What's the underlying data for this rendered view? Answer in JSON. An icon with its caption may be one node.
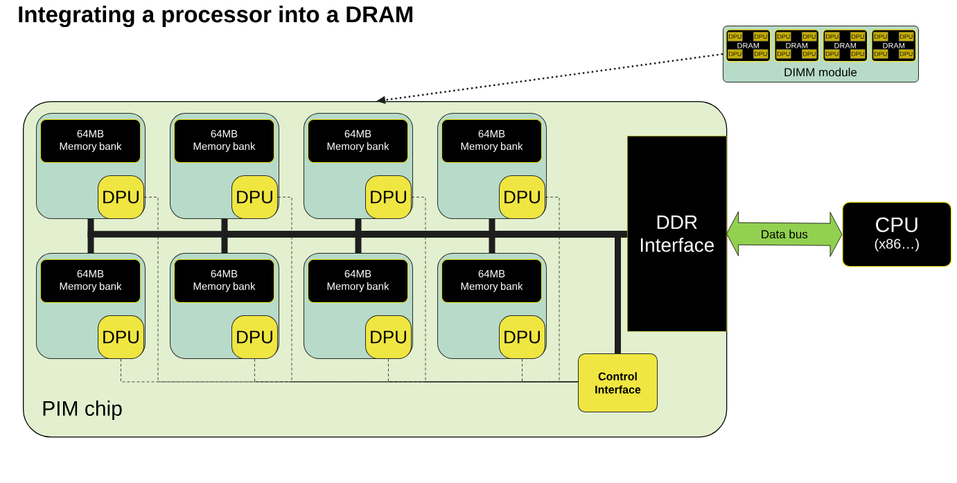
{
  "diagram": {
    "title": "Integrating a processor into a DRAM",
    "nodes": [
      {
        "text": [
          "PIM chip"
        ]
      },
      {
        "text": [],
        "shape": "box",
        "in": 0
      },
      {
        "text": [
          "64MB Memory bank"
        ],
        "in": 1
      },
      {
        "text": [
          "DPU"
        ],
        "in": 1
      },
      {
        "text": [],
        "shape": "box",
        "in": 0
      },
      {
        "text": [
          "64MB Memory bank"
        ],
        "in": 4
      },
      {
        "text": [
          "DPU"
        ],
        "in": 4
      },
      {
        "text": [],
        "shape": "box",
        "in": 0
      },
      {
        "text": [
          "64MB Memory bank"
        ],
        "in": 7
      },
      {
        "text": [
          "DPU"
        ],
        "in": 7
      },
      {
        "text": [],
        "shape": "box",
        "in": 0
      },
      {
        "text": [
          "64MB Memory bank"
        ],
        "in": 10
      },
      {
        "text": [
          "DPU"
        ],
        "in": 10
      },
      {
        "text": [],
        "shape": "box",
        "in": 0
      },
      {
        "text": [
          "64MB Memory bank"
        ],
        "in": 13
      },
      {
        "text": [
          "DPU"
        ],
        "in": 13
      },
      {
        "text": [],
        "shape": "box",
        "in": 0
      },
      {
        "text": [
          "64MB Memory bank"
        ],
        "in": 16
      },
      {
        "text": [
          "DPU"
        ],
        "in": 16
      },
      {
        "text": [],
        "shape": "box",
        "in": 0
      },
      {
        "text": [
          "64MB Memory bank"
        ],
        "in": 19
      },
      {
        "text": [
          "DPU"
        ],
        "in": 19
      },
      {
        "text": [],
        "shape": "box",
        "in": 0
      },
      {
        "text": [
          "64MB Memory bank"
        ],
        "in": 22
      },
      {
        "text": [
          "DPU"
        ],
        "in": 22
      },
      {
        "text": [
          "DDR Interface"
        ],
        "in": 0
      },
      {
        "text": [
          "Control Interface"
        ],
        "in": 0
      },
      {
        "text": [
          "CPU",
          "(x86…)"
        ]
      },
      {
        "text": [
          "DIMM module"
        ]
      },
      {
        "text": [
          "DRAM"
        ],
        "in": 28
      },
      {
        "text": [
          "DPU"
        ],
        "in": 29
      },
      {
        "text": [
          "DPU"
        ],
        "in": 29
      },
      {
        "text": [
          "DPU"
        ],
        "in": 29
      },
      {
        "text": [
          "DPU"
        ],
        "in": 29
      },
      {
        "text": [
          "DRAM"
        ],
        "in": 28
      },
      {
        "text": [
          "DPU"
        ],
        "in": 34
      },
      {
        "text": [
          "DPU"
        ],
        "in": 34
      },
      {
        "text": [
          "DPU"
        ],
        "in": 34
      },
      {
        "text": [
          "DPU"
        ],
        "in": 34
      },
      {
        "text": [
          "DRAM"
        ],
        "in": 28
      },
      {
        "text": [
          "DPU"
        ],
        "in": 39
      },
      {
        "text": [
          "DPU"
        ],
        "in": 39
      },
      {
        "text": [
          "DPU"
        ],
        "in": 39
      },
      {
        "text": [
          "DPU"
        ],
        "in": 39
      },
      {
        "text": [
          "DRAM"
        ],
        "in": 28
      },
      {
        "text": [
          "DPU"
        ],
        "in": 44
      },
      {
        "text": [
          "DPU"
        ],
        "in": 44
      },
      {
        "text": [
          "DPU"
        ],
        "in": 44
      },
      {
        "text": [
          "DPU"
        ],
        "in": 44
      }
    ],
    "edges": [
      {
        "from": 28,
        "to": 0,
        "arrow": "to",
        "style": "dashed"
      },
      {
        "from": 1,
        "to": 25,
        "arrow": "none",
        "style": "thick"
      },
      {
        "from": 4,
        "to": 25,
        "arrow": "none",
        "style": "thick"
      },
      {
        "from": 7,
        "to": 25,
        "arrow": "none",
        "style": "thick"
      },
      {
        "from": 10,
        "to": 25,
        "arrow": "none",
        "style": "thick"
      },
      {
        "from": 13,
        "to": 25,
        "arrow": "none",
        "style": "thick"
      },
      {
        "from": 16,
        "to": 25,
        "arrow": "none",
        "style": "thick"
      },
      {
        "from": 19,
        "to": 25,
        "arrow": "none",
        "style": "thick"
      },
      {
        "from": 22,
        "to": 25,
        "arrow": "none",
        "style": "thick"
      },
      {
        "from": 25,
        "to": 26,
        "arrow": "none",
        "style": "thick"
      },
      {
        "from": 3,
        "to": 26,
        "arrow": "none",
        "style": "dashed"
      },
      {
        "from": 6,
        "to": 26,
        "arrow": "none",
        "style": "dashed"
      },
      {
        "from": 9,
        "to": 26,
        "arrow": "none",
        "style": "dashed"
      },
      {
        "from": 12,
        "to": 26,
        "arrow": "none",
        "style": "dashed"
      },
      {
        "from": 15,
        "to": 26,
        "arrow": "none",
        "style": "dashed"
      },
      {
        "from": 18,
        "to": 26,
        "arrow": "none",
        "style": "dashed"
      },
      {
        "from": 21,
        "to": 26,
        "arrow": "none",
        "style": "dashed"
      },
      {
        "from": 24,
        "to": 26,
        "arrow": "none",
        "style": "dashed"
      },
      {
        "from": 25,
        "to": 27,
        "arrow": "both",
        "label": "Data bus",
        "style": "thick",
        "color": "#92d050"
      }
    ]
  }
}
